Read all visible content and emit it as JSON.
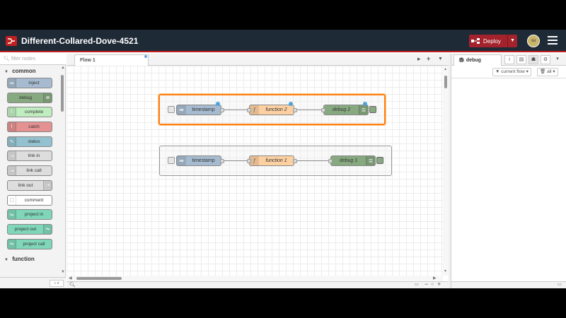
{
  "header": {
    "title": "Different-Collared-Dove-4521",
    "deploy_label": "Deploy",
    "avatar_initials": "su"
  },
  "palette": {
    "search_placeholder": "filter nodes",
    "categories": [
      {
        "label": "common"
      },
      {
        "label": "function"
      }
    ],
    "nodes": [
      {
        "label": "inject",
        "color": "#a6bbcf"
      },
      {
        "label": "debug",
        "color": "#87a980"
      },
      {
        "label": "complete",
        "color": "#c0edc0"
      },
      {
        "label": "catch",
        "color": "#e49191"
      },
      {
        "label": "status",
        "color": "#94c1d0"
      },
      {
        "label": "link in",
        "color": "#dddddd"
      },
      {
        "label": "link call",
        "color": "#dddddd"
      },
      {
        "label": "link out",
        "color": "#dddddd"
      },
      {
        "label": "comment",
        "color": "#ffffff"
      },
      {
        "label": "project in",
        "color": "#7fd6b8"
      },
      {
        "label": "project out",
        "color": "#7fd6b8"
      },
      {
        "label": "project call",
        "color": "#7fd6b8"
      }
    ]
  },
  "workspace": {
    "tab_label": "Flow 1",
    "flows": {
      "group1": {
        "inject": "timestamp",
        "function": "function 2",
        "debug": "debug 2"
      },
      "group2": {
        "inject": "timestamp",
        "function": "function 1",
        "debug": "debug 1"
      }
    }
  },
  "sidebar": {
    "tab_label": "debug",
    "filter_label": "current flow",
    "clear_label": "all"
  },
  "colors": {
    "header_bg": "#1f2a37",
    "deploy": "#a3222b",
    "selection": "#ff7f0e",
    "inject": "#a6bbcf",
    "function": "#fdd0a2",
    "debug": "#87a980"
  }
}
